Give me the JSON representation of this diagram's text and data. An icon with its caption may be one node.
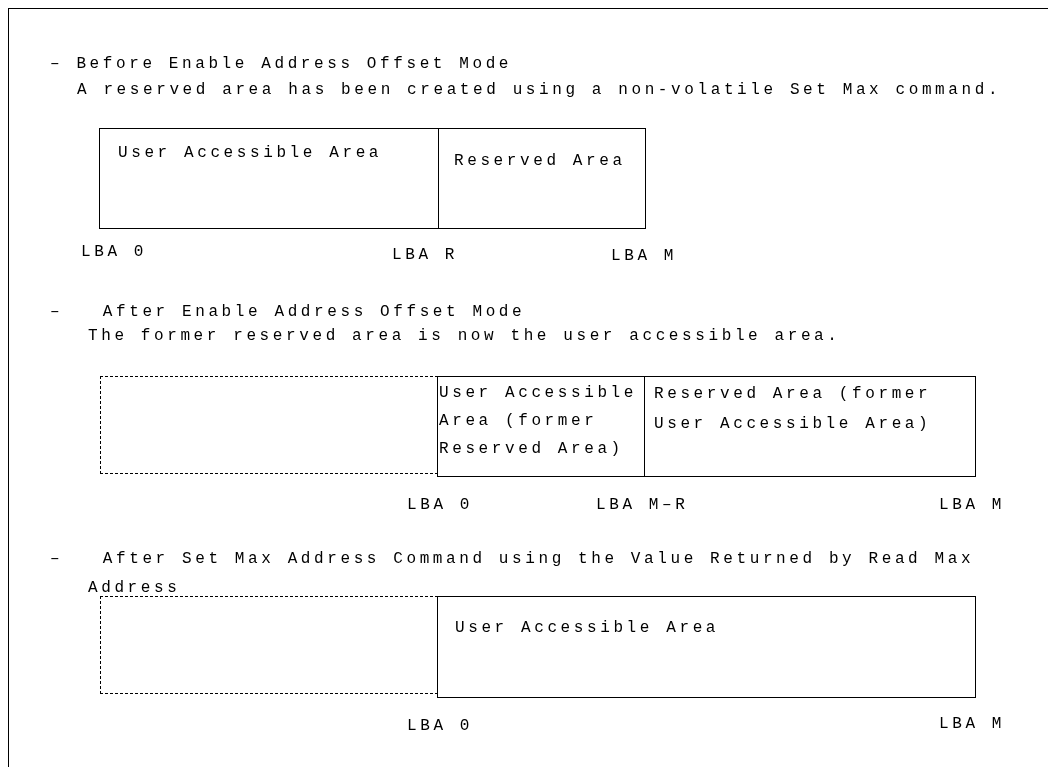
{
  "diagram": {
    "nodes": [
      {
        "text": [
          "User Accessible Area"
        ]
      },
      {
        "text": [
          "Reserved Area"
        ]
      },
      {
        "text": [],
        "shape": "box"
      },
      {
        "text": [
          "User Accessible Area (former Reserved Area)"
        ]
      },
      {
        "text": [
          "Reserved Area (former User Accessible Area)"
        ]
      },
      {
        "text": [],
        "shape": "box"
      },
      {
        "text": [
          "User Accessible Area"
        ]
      }
    ],
    "labels": [
      "– Before Enable Address Offset Mode",
      "A reserved area has been created using a non-volatile Set Max command.",
      "LBA 0",
      "LBA R",
      "LBA M",
      "–   After Enable Address Offset Mode",
      "The former reserved area is now the user accessible area.",
      "LBA 0",
      "LBA M–R",
      "LBA M",
      "–   After Set Max Address Command using the Value Returned by Read Max Address",
      "LBA 0",
      "LBA M"
    ]
  }
}
